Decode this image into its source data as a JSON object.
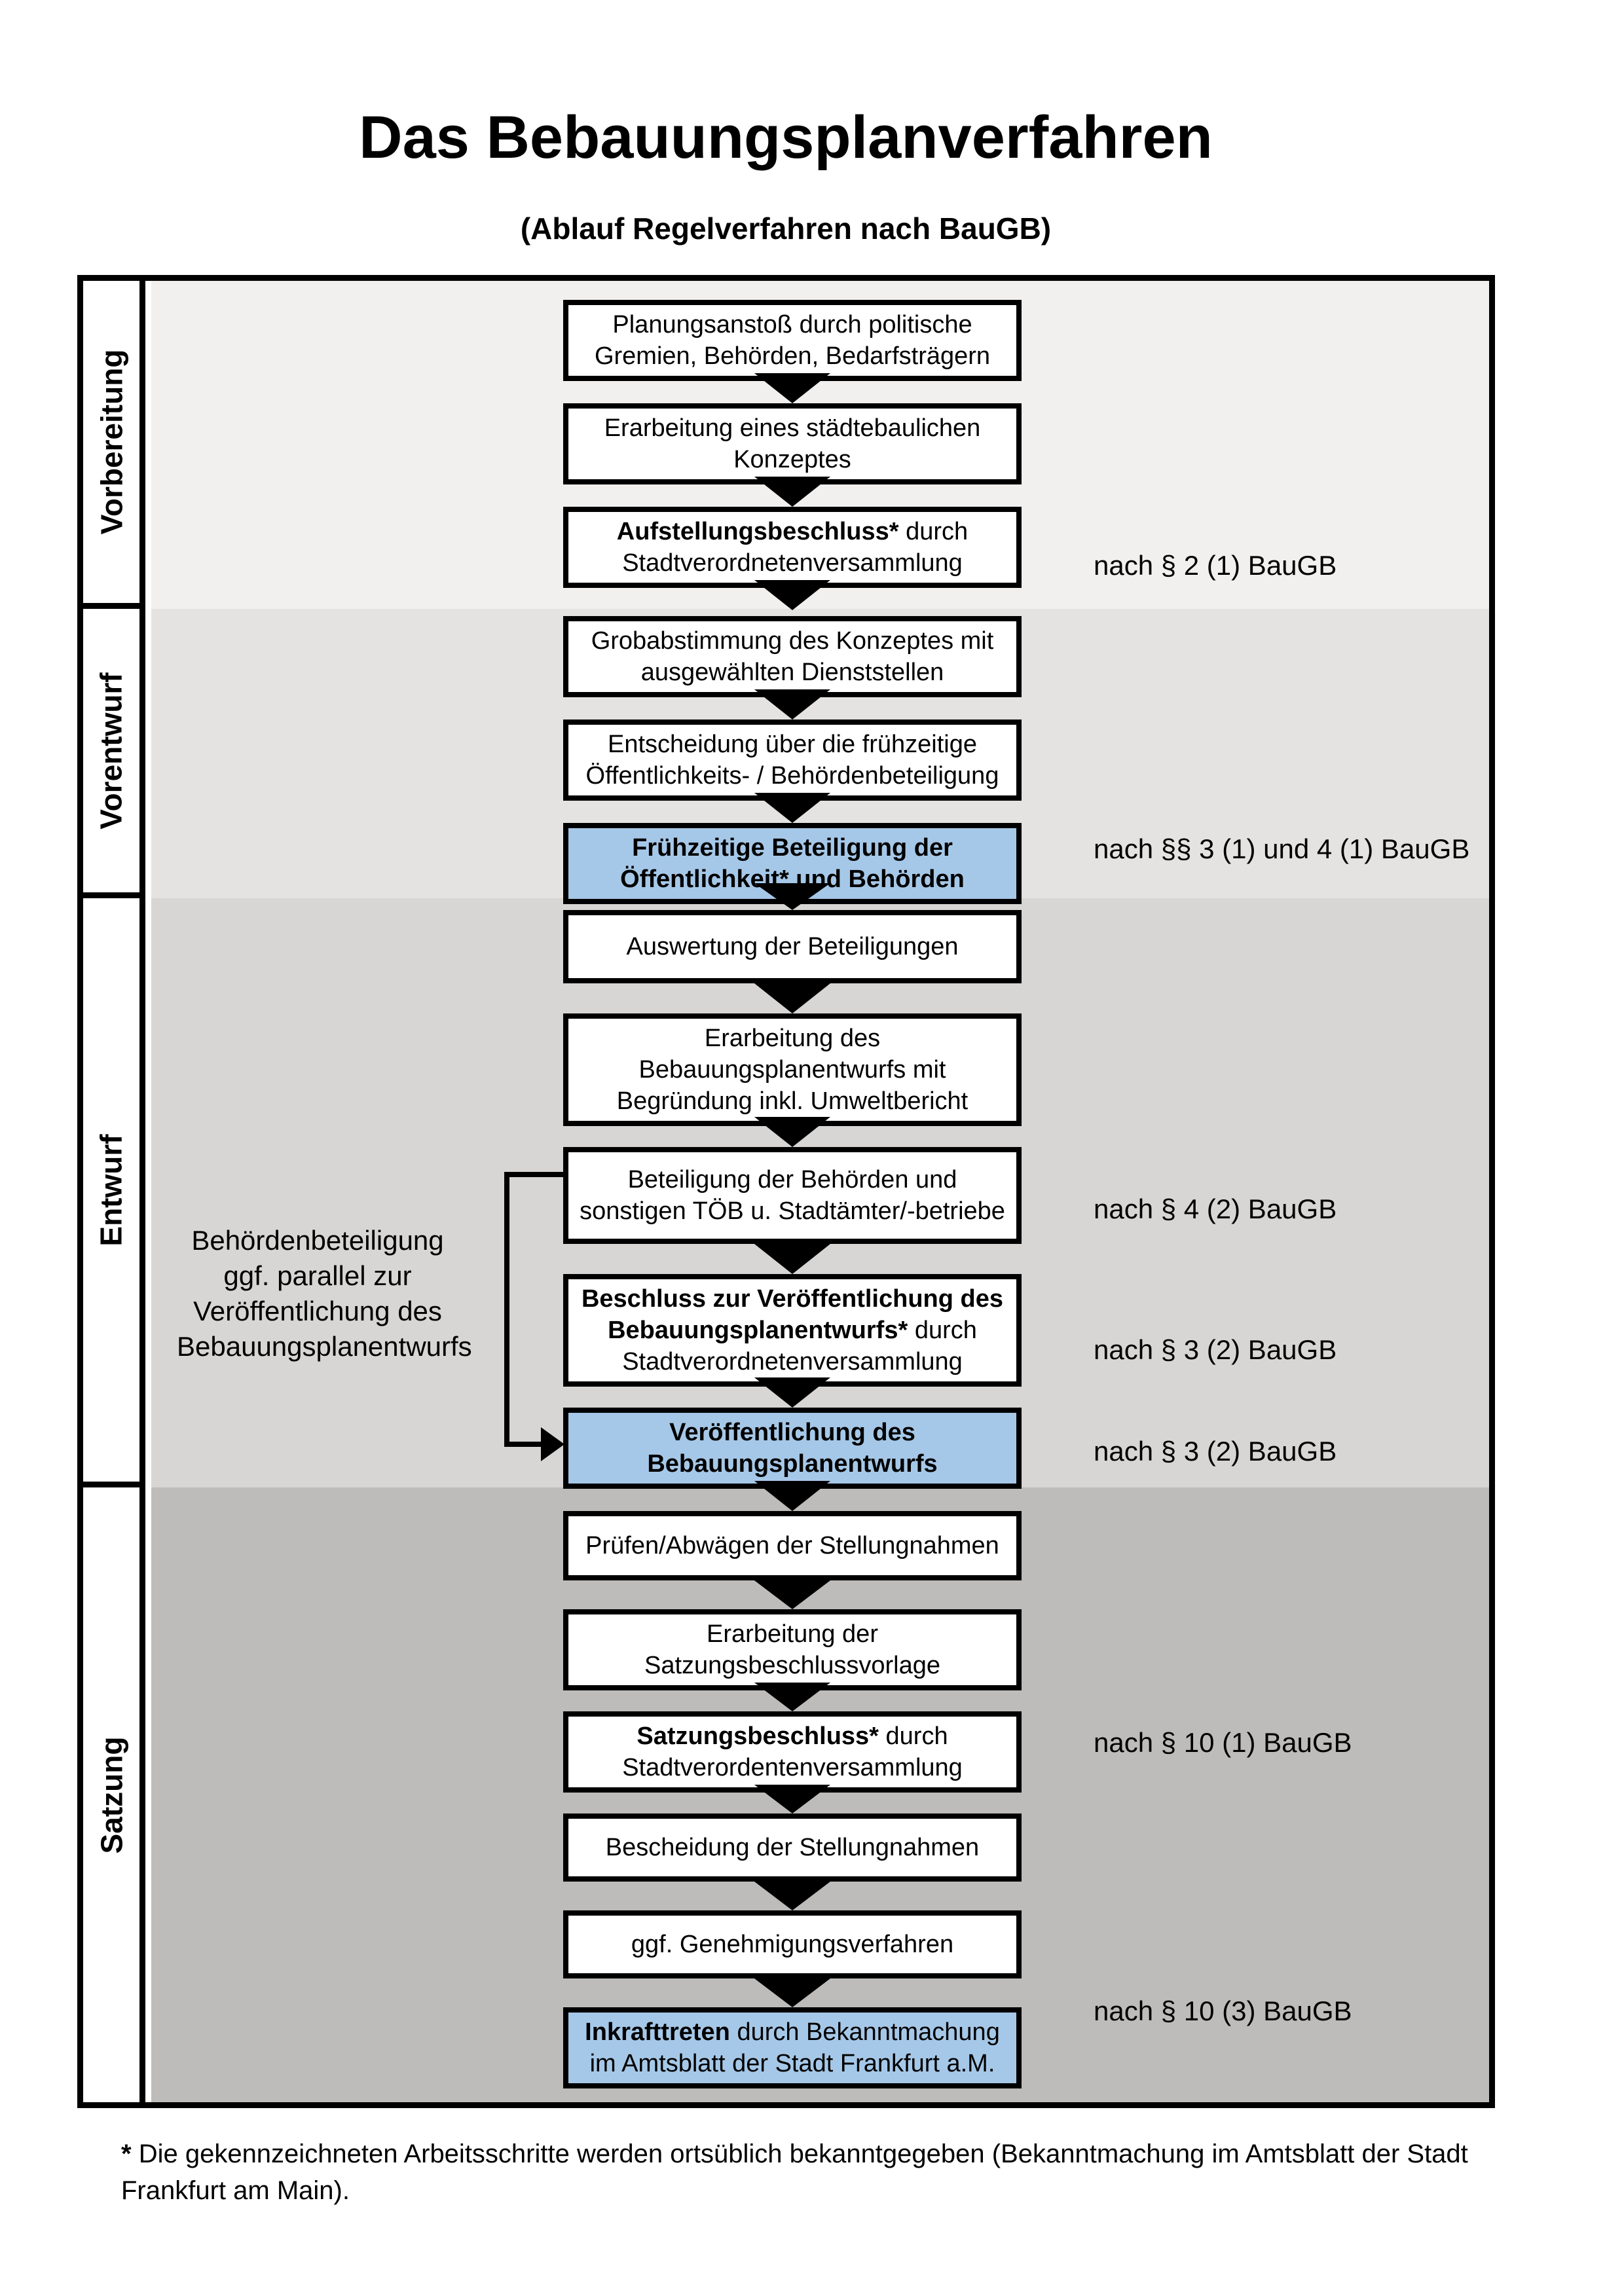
{
  "title": "Das Bebauungsplanverfahren",
  "subtitle": "(Ablauf Regelverfahren nach BauGB)",
  "colors": {
    "blue_box": "#a6c8e8",
    "phase1_bg": "#f1f0ef",
    "phase2_bg": "#e4e3e2",
    "phase3_bg": "#d7d6d5",
    "phase4_bg": "#bdbcbb"
  },
  "phases": [
    {
      "label": "Vorbereitung"
    },
    {
      "label": "Vorentwurf"
    },
    {
      "label": "Entwurf"
    },
    {
      "label": "Satzung"
    }
  ],
  "steps": [
    {
      "text": "Planungsanstoß durch politische Gremien, Behörden, Bedarfsträgern",
      "highlight": false
    },
    {
      "text": "Erarbeitung eines städtebaulichen Konzeptes",
      "highlight": false
    },
    {
      "bold": "Aufstellungsbeschluss*",
      "text": " durch Stadtverordnetenversammlung",
      "highlight": false
    },
    {
      "text": "Grobabstimmung des Konzeptes mit ausgewählten Dienststellen",
      "highlight": false
    },
    {
      "text": "Entscheidung über die frühzeitige Öffentlichkeits- / Behördenbeteiligung",
      "highlight": false
    },
    {
      "bold": "Frühzeitige Beteiligung der Öffentlichkeit* und Behörden",
      "highlight": true
    },
    {
      "text": "Auswertung der Beteiligungen",
      "highlight": false
    },
    {
      "text": "Erarbeitung des Bebauungsplanentwurfs mit Begründung inkl. Umweltbericht",
      "highlight": false
    },
    {
      "text": "Beteiligung der Behörden und sonstigen TÖB u. Stadtämter/-betriebe",
      "highlight": false
    },
    {
      "bold": "Beschluss zur Veröffentlichung des Bebauungsplanentwurfs*",
      "text": " durch Stadtverordnetenversammlung",
      "highlight": false
    },
    {
      "bold": "Veröffentlichung des Bebauungsplanentwurfs",
      "highlight": true
    },
    {
      "text": "Prüfen/Abwägen der Stellungnahmen",
      "highlight": false
    },
    {
      "text": "Erarbeitung der Satzungsbeschlussvorlage",
      "highlight": false
    },
    {
      "bold": "Satzungsbeschluss*",
      "text": " durch Stadtverordentenversammlung",
      "highlight": false
    },
    {
      "text": "Bescheidung der Stellungnahmen",
      "highlight": false
    },
    {
      "text": "ggf. Genehmigungsverfahren",
      "highlight": false
    },
    {
      "bold": "Inkrafttreten",
      "text": " durch Bekanntmachung im Amtsblatt der Stadt Frankfurt a.M.",
      "highlight": true
    }
  ],
  "legal_refs": [
    {
      "text": "nach § 2 (1) BauGB"
    },
    {
      "text": "nach §§ 3 (1) und 4 (1) BauGB"
    },
    {
      "text": "nach § 4 (2) BauGB"
    },
    {
      "text": "nach § 3 (2) BauGB"
    },
    {
      "text": "nach § 3 (2) BauGB"
    },
    {
      "text": "nach § 10 (1) BauGB"
    },
    {
      "text": "nach § 10 (3) BauGB"
    }
  ],
  "side_note": "Behördenbeteiligung ggf. parallel zur Veröffentlichung des Bebauungsplanentwurfs",
  "footnote": {
    "marker": "*",
    "text": " Die gekennzeichneten Arbeitsschritte werden ortsüblich bekanntgegeben (Bekanntmachung im Amtsblatt  der Stadt Frankfurt am Main)."
  }
}
